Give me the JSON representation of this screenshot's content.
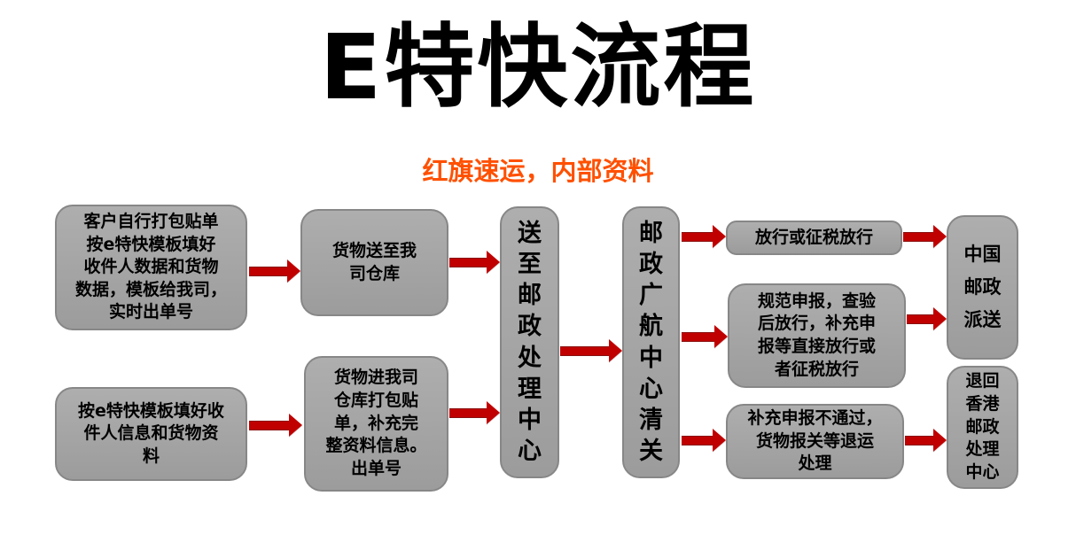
{
  "title": "E特快流程",
  "subtitle": "红旗速运，内部资料",
  "colors": {
    "title": "#000000",
    "subtitle": "#ff5000",
    "node_fill": "#a5a5a5",
    "node_border": "#878787",
    "arrow": "#c00000",
    "background": "#ffffff"
  },
  "nodes": {
    "customer_pack": {
      "text": "客户自行打包贴单\n按e特快模板填好\n收件人数据和货物\n数据，模板给我司，\n实时出单号"
    },
    "fill_template": {
      "text": "按e特快模板填好收\n件人信息和货物资\n料"
    },
    "goods_to_warehouse": {
      "text": "货物送至我\n司仓库"
    },
    "warehouse_pack": {
      "text": "货物进我司\n仓库打包贴\n单，补充完\n整资料信息。\n出单号"
    },
    "postal_center": {
      "text": "送\n至\n邮\n政\n处\n理\n中\n心"
    },
    "customs": {
      "text": "邮\n政\n广\n航\n中\n心\n清\n关"
    },
    "release": {
      "text": "放行或征税放行"
    },
    "declare": {
      "text": "规范申报，查验\n后放行，补充申\n报等直接放行或\n者征税放行"
    },
    "reject": {
      "text": "补充申报不通过，\n货物报关等退运\n处理"
    },
    "china_post": {
      "text": "中国\n邮政\n派送"
    },
    "return_hk": {
      "text": "退回\n香港\n邮政\n处理\n中心"
    }
  },
  "edges": [
    {
      "from": "customer_pack",
      "to": "goods_to_warehouse"
    },
    {
      "from": "fill_template",
      "to": "warehouse_pack"
    },
    {
      "from": "goods_to_warehouse",
      "to": "postal_center"
    },
    {
      "from": "warehouse_pack",
      "to": "postal_center"
    },
    {
      "from": "postal_center",
      "to": "customs"
    },
    {
      "from": "customs",
      "to": "release"
    },
    {
      "from": "customs",
      "to": "declare"
    },
    {
      "from": "customs",
      "to": "reject"
    },
    {
      "from": "release",
      "to": "china_post"
    },
    {
      "from": "declare",
      "to": "china_post"
    },
    {
      "from": "reject",
      "to": "return_hk"
    }
  ]
}
